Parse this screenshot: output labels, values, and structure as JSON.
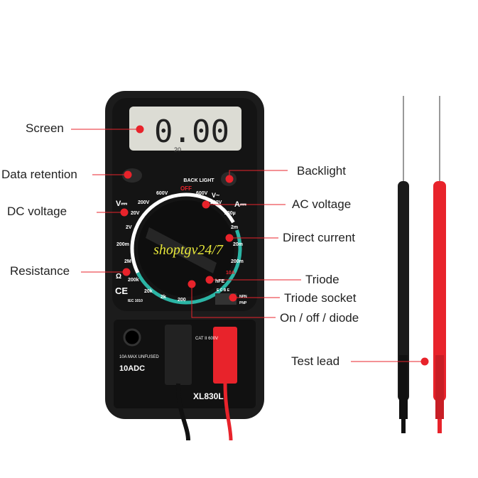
{
  "callouts": {
    "screen": "Screen",
    "data_retention": "Data retention",
    "dc_voltage": "DC voltage",
    "resistance": "Resistance",
    "backlight": "Backlight",
    "ac_voltage": "AC voltage",
    "direct_current": "Direct current",
    "triode": "Triode",
    "triode_socket": "Triode socket",
    "on_off_diode": "On / off / diode",
    "test_lead": "Test lead"
  },
  "meter": {
    "display_value": "0.00",
    "display_range": "20",
    "backlight_label": "BACK LIGHT",
    "off_label": "OFF",
    "dial_left": [
      "600V",
      "200V",
      "20V",
      "2V",
      "200m",
      "2M",
      "200k",
      "20k",
      "2k",
      "200"
    ],
    "dial_right": [
      "600V",
      "200V",
      "200µ",
      "2m",
      "20m",
      "200m",
      "10A",
      "hFE"
    ],
    "v_dc": "V⎓",
    "v_ac": "V~",
    "a_dc": "A⎓",
    "ohm": "Ω",
    "ce": "CE",
    "iec": "IEC 1010",
    "socket_pins": "E C B E",
    "npn": "NPN",
    "pnp": "PNP",
    "port_10a": "10ADC",
    "port_10a_note": "10A MAX UNFUSED",
    "cat": "CAT II 600V",
    "model": "XL830L",
    "watermark": "shoptgv24/7"
  },
  "colors": {
    "accent": "#e8232b",
    "teal": "#2bb5a5",
    "body": "#1c1c1c",
    "lcd": "#dcdcd4"
  }
}
